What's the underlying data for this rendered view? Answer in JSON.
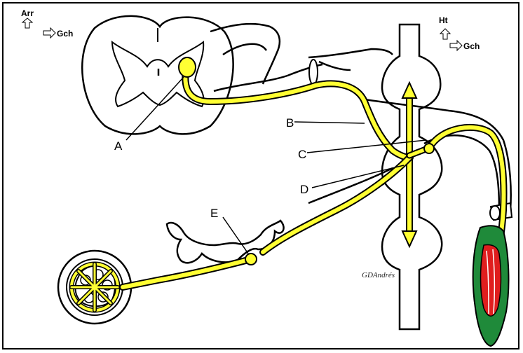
{
  "labels": {
    "a": "A",
    "b": "B",
    "c": "C",
    "d": "D",
    "e": "E"
  },
  "corner_left": {
    "top": "Arr",
    "right": "Gch"
  },
  "corner_right": {
    "top": "Ht",
    "right": "Gch"
  },
  "signature": "GDAndrés",
  "colors": {
    "nerve": "#ffff33",
    "muscle_red": "#e01e1e",
    "muscle_green": "#1f8a3a",
    "outline": "#000000",
    "background": "#ffffff"
  }
}
